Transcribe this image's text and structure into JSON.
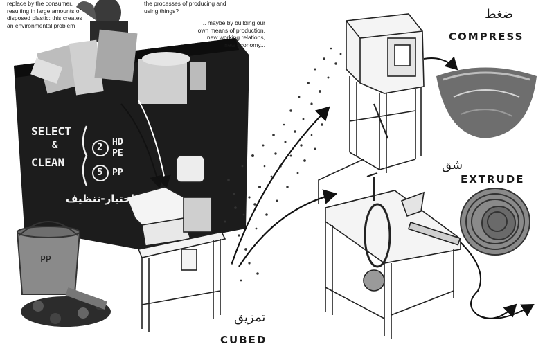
{
  "notes": {
    "left": "replace by the consumer, resulting in large amounts of disposed plastic: this creates an environmental problem",
    "middle": "the processes of producing and using things?",
    "right": "... maybe by building our own means of production, new working relations, new economy..."
  },
  "bin": {
    "select": "SELECT",
    "and": "&",
    "clean": "CLEAN",
    "code1": "2",
    "type1a": "HD",
    "type1b": "PE",
    "code2": "5",
    "type2": "PP",
    "arabic_label": "اختيار-تنظيف"
  },
  "bucket": {
    "label": "PP"
  },
  "steps": {
    "shred_ar": "تمزيق",
    "shred_en": "CUBED",
    "compress_ar": "ضغط",
    "compress_en": "COMPRESS",
    "extrude_ar": "شق",
    "extrude_en": "EXTRUDE"
  }
}
